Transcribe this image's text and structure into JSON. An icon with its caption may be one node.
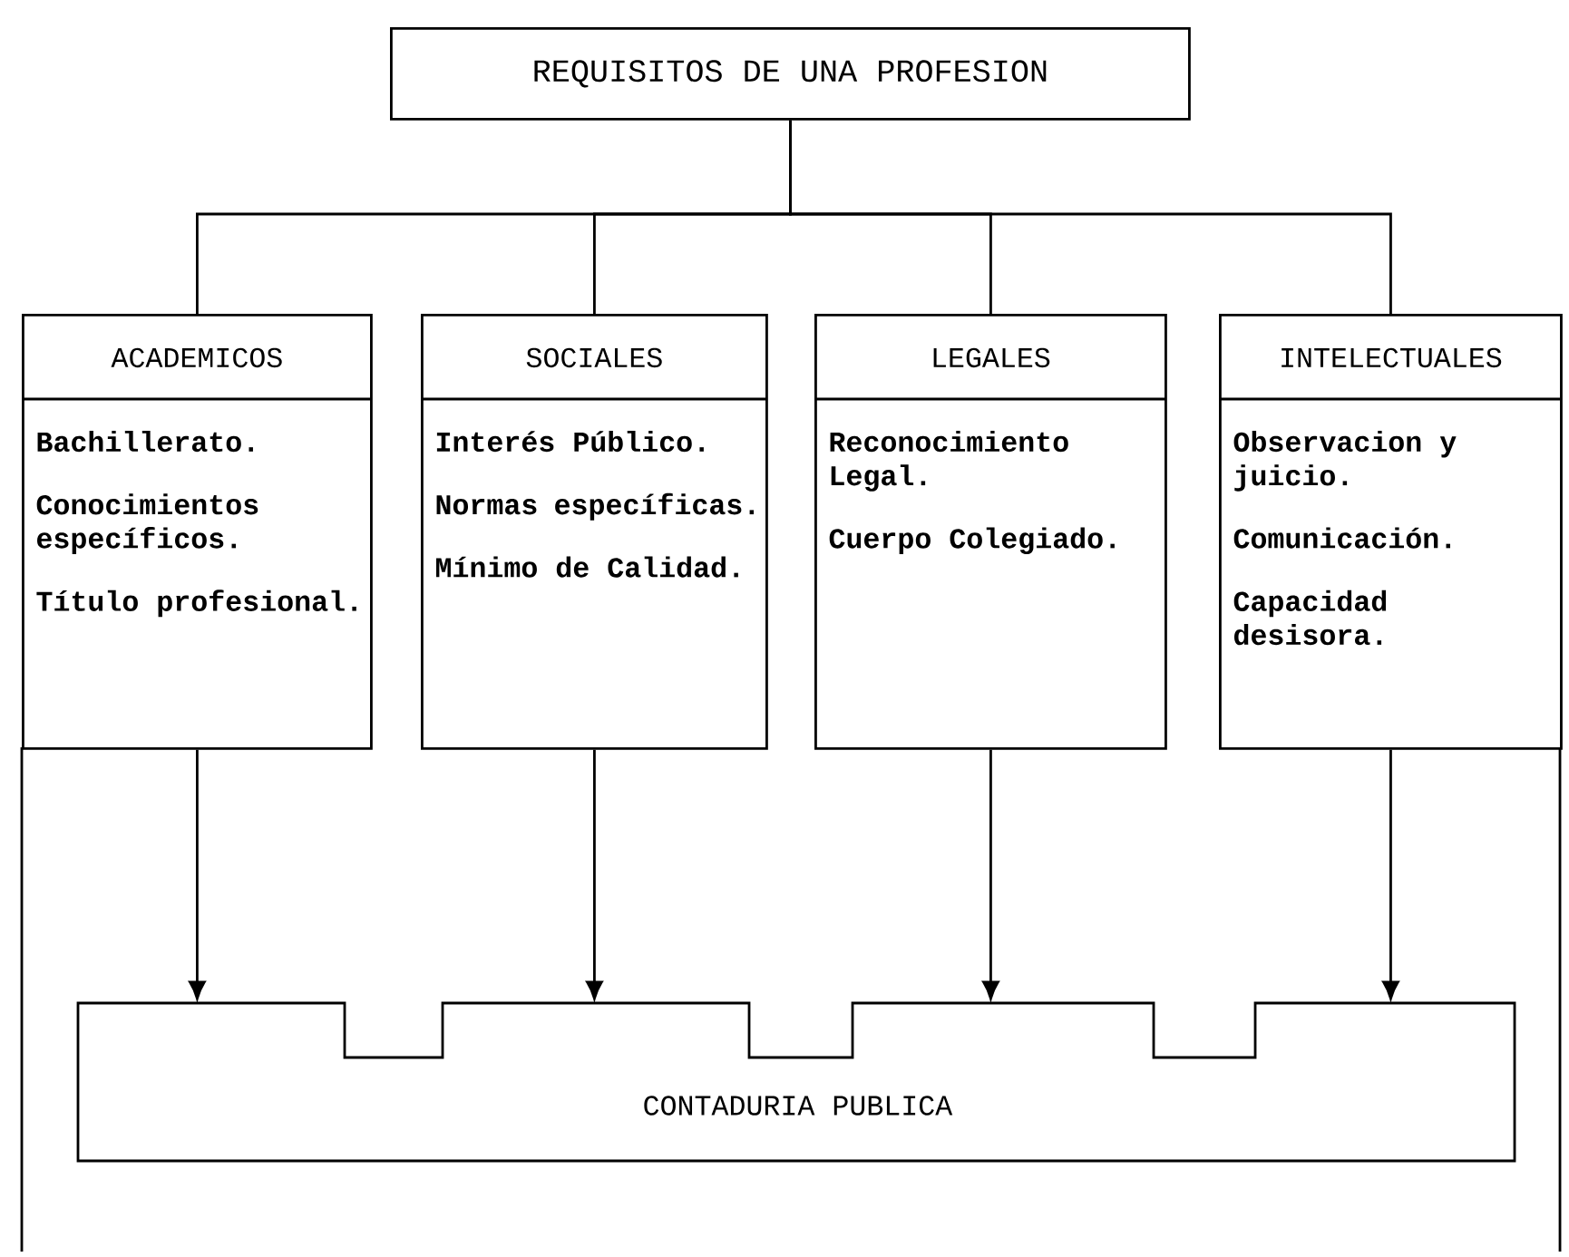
{
  "diagram": {
    "nodes": [
      {
        "text": [
          "REQUISITOS DE UNA PROFESION"
        ]
      },
      {
        "text": [
          "ACADEMICOS",
          "Bachillerato.",
          "Conocimientos específicos.",
          "Título profesional."
        ]
      },
      {
        "text": [
          "SOCIALES",
          "Interés Público.",
          "Normas específicas.",
          "Mínimo de Calidad."
        ]
      },
      {
        "text": [
          "LEGALES",
          "Reconocimiento Legal.",
          "Cuerpo Colegiado."
        ]
      },
      {
        "text": [
          "INTELECTUALES",
          "Observacion y juicio.",
          "Comunicación.",
          "Capacidad desisora."
        ]
      },
      {
        "text": [
          "CONTADURIA PUBLICA"
        ]
      }
    ],
    "edges": [
      {
        "from": 0,
        "to": 1,
        "arrow": "none"
      },
      {
        "from": 0,
        "to": 2,
        "arrow": "none"
      },
      {
        "from": 0,
        "to": 3,
        "arrow": "none"
      },
      {
        "from": 0,
        "to": 4,
        "arrow": "none"
      },
      {
        "from": 1,
        "to": 5,
        "arrow": "to"
      },
      {
        "from": 2,
        "to": 5,
        "arrow": "to"
      },
      {
        "from": 3,
        "to": 5,
        "arrow": "to"
      },
      {
        "from": 4,
        "to": 5,
        "arrow": "to"
      }
    ]
  }
}
